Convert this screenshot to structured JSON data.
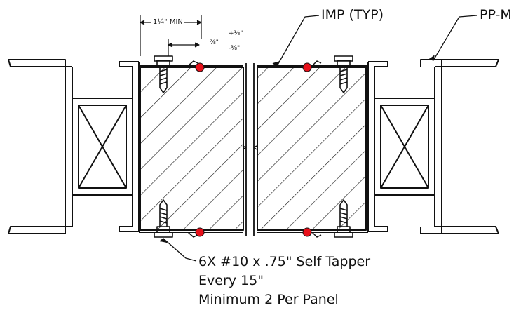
{
  "labels": {
    "panel": "IMP (TYP)",
    "profile": "PP-M",
    "min_dim": "1¼\" MIN",
    "tol_nominal": "⅞\"",
    "tol_plus": "+⅛\"",
    "tol_minus": "-⅜\""
  },
  "fastener_note": {
    "line1": "6X #10 x .75\" Self Tapper",
    "line2": "Every 15\"",
    "line3": "Minimum 2 Per Panel"
  },
  "colors": {
    "line": "#111111",
    "sealant": "#e8101a",
    "background": "#ffffff"
  }
}
